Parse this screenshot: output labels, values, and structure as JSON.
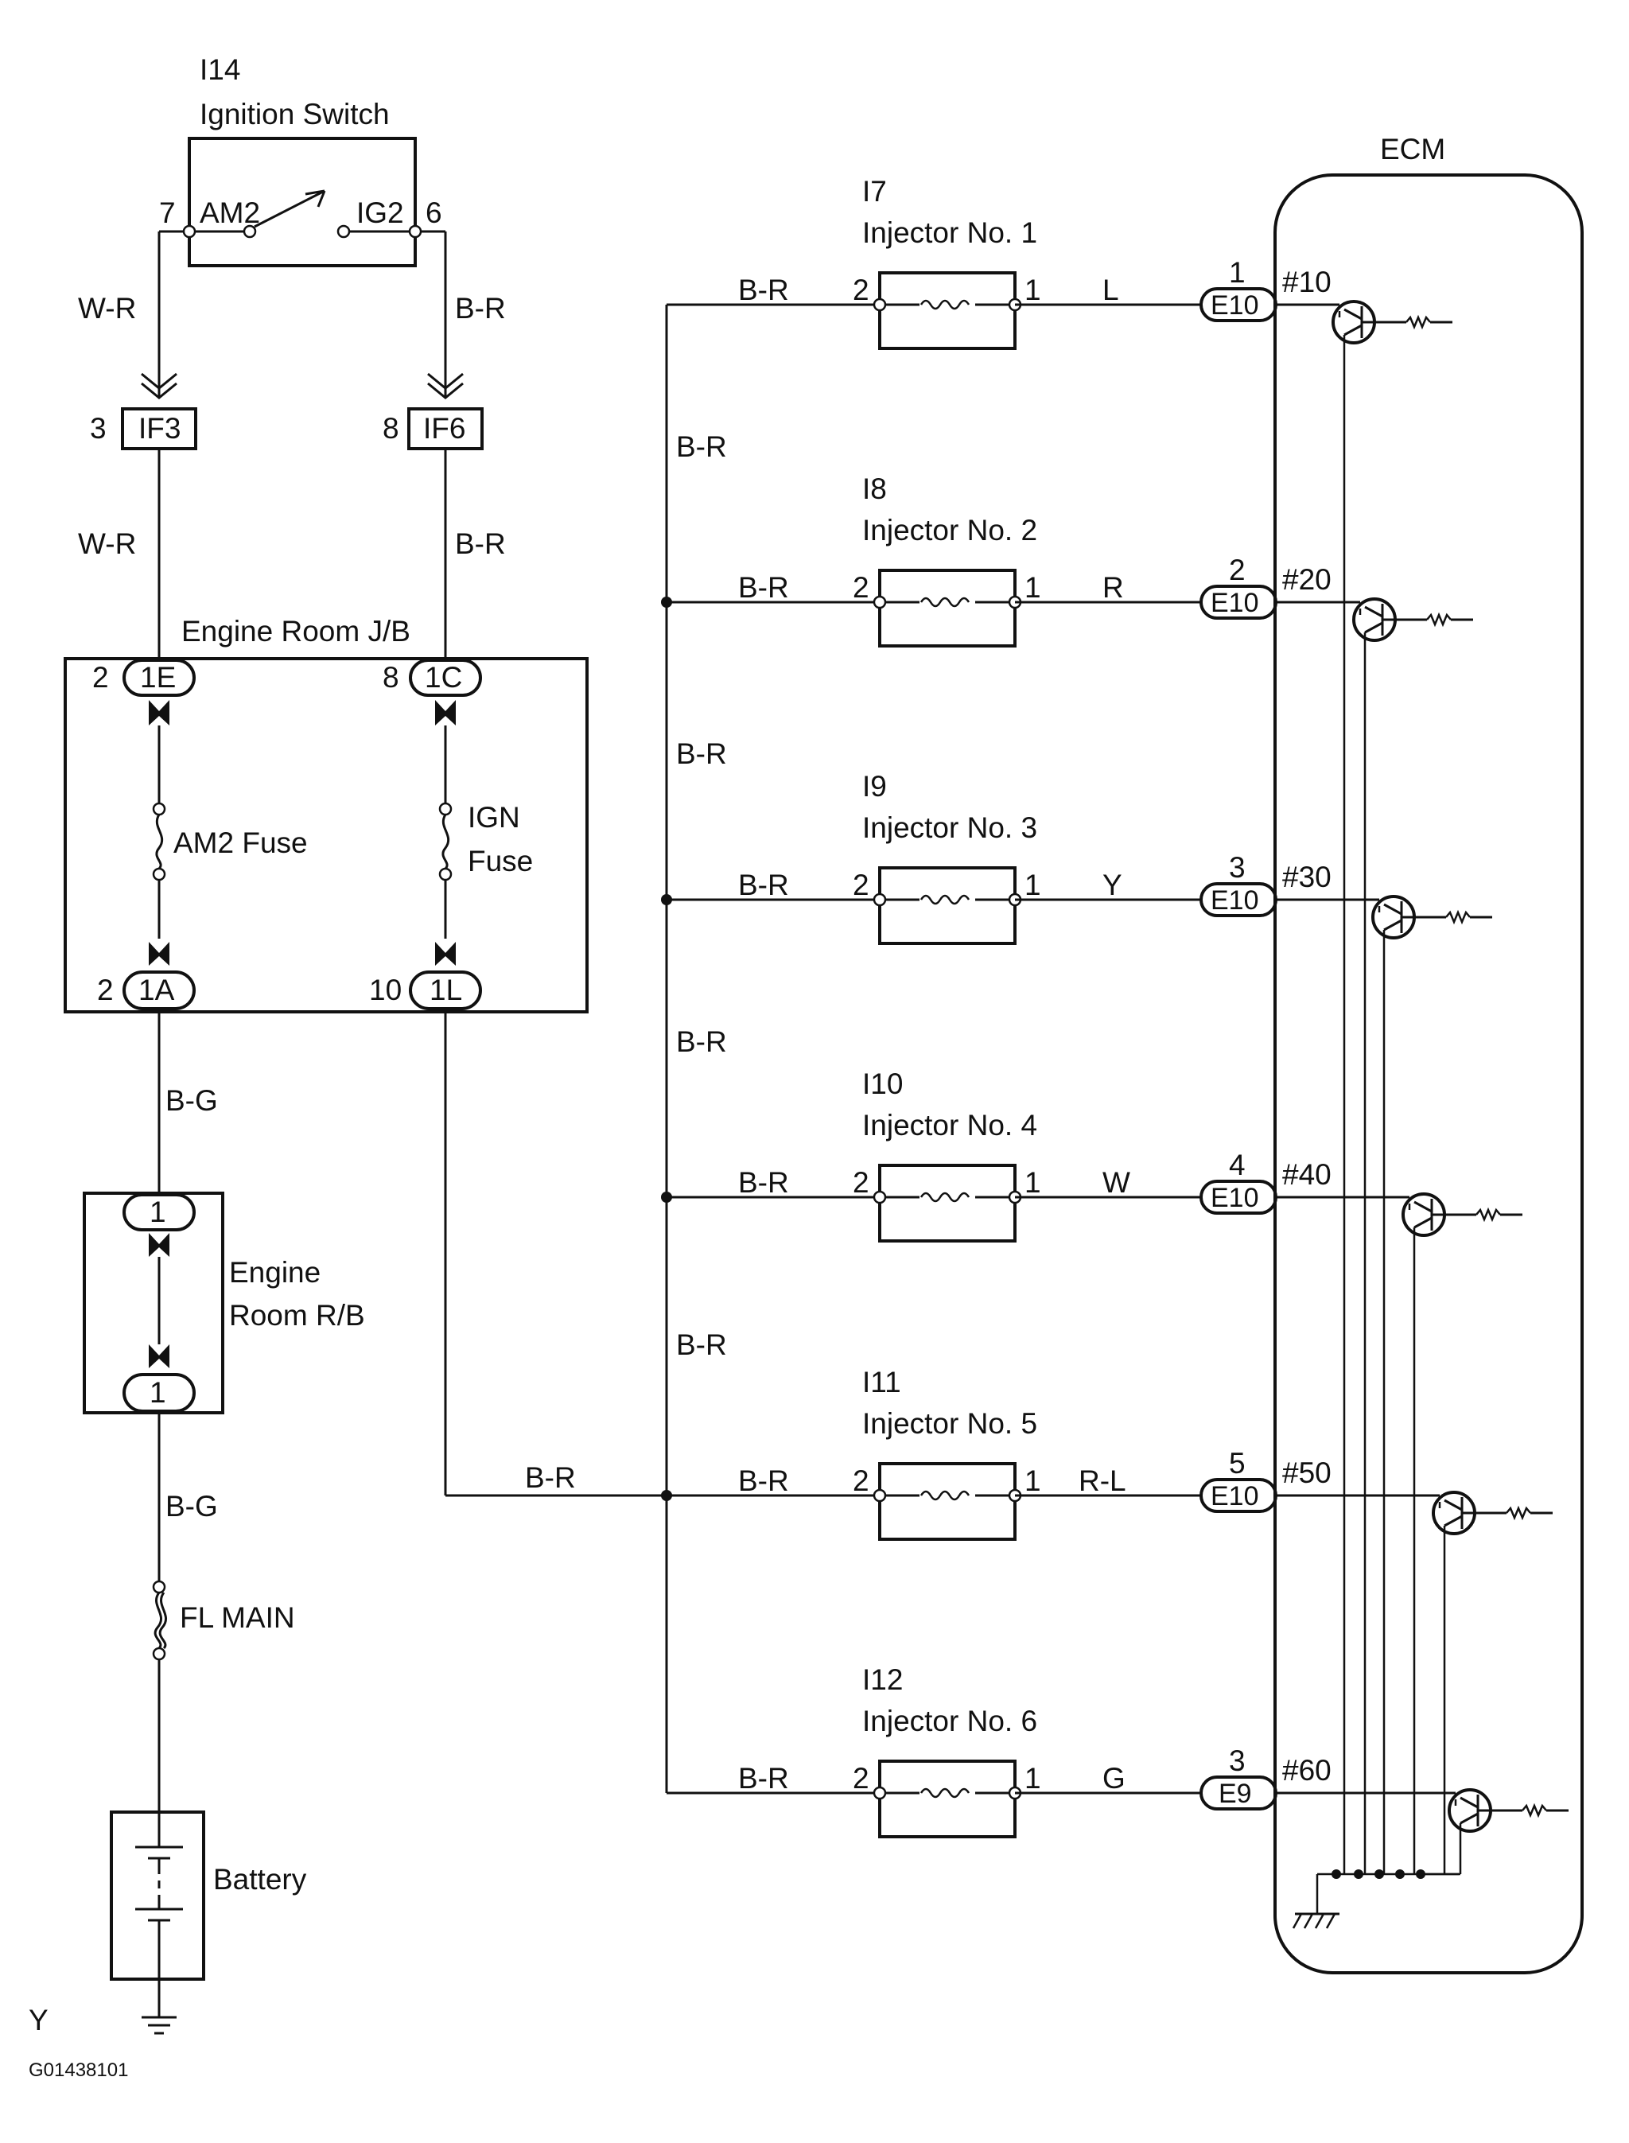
{
  "ignition_switch": {
    "ref": "I14",
    "name": "Ignition Switch",
    "term_am2": "AM2",
    "term_ig2": "IG2",
    "pin_left": "7",
    "pin_right": "6"
  },
  "wires": {
    "wr": "W-R",
    "br": "B-R",
    "bg": "B-G",
    "l": "L",
    "r": "R",
    "y": "Y",
    "w": "W",
    "rl": "R-L",
    "g": "G"
  },
  "connectors": {
    "if3": "IF3",
    "if3_pin": "3",
    "if6": "IF6",
    "if6_pin": "8"
  },
  "engine_room_jb": {
    "label": "Engine Room J/B",
    "c1e": "1E",
    "c1e_pin": "2",
    "c1c": "1C",
    "c1c_pin": "8",
    "c1a": "1A",
    "c1a_pin": "2",
    "c1l": "1L",
    "c1l_pin": "10",
    "am2_fuse": "AM2 Fuse",
    "ign_fuse_line1": "IGN",
    "ign_fuse_line2": "Fuse"
  },
  "engine_room_rb": {
    "line1": "Engine",
    "line2": "Room R/B",
    "top_pin": "1",
    "bottom_pin": "1"
  },
  "fl_main": "FL MAIN",
  "battery": "Battery",
  "ecm": {
    "label": "ECM"
  },
  "injectors": [
    {
      "ref": "I7",
      "name": "Injector No. 1",
      "pin2": "2",
      "pin1": "1",
      "wire": "L",
      "ecm_pin": "1",
      "ecm_conn": "E10",
      "ecm_term": "#10"
    },
    {
      "ref": "I8",
      "name": "Injector No. 2",
      "pin2": "2",
      "pin1": "1",
      "wire": "R",
      "ecm_pin": "2",
      "ecm_conn": "E10",
      "ecm_term": "#20"
    },
    {
      "ref": "I9",
      "name": "Injector No. 3",
      "pin2": "2",
      "pin1": "1",
      "wire": "Y",
      "ecm_pin": "3",
      "ecm_conn": "E10",
      "ecm_term": "#30"
    },
    {
      "ref": "I10",
      "name": "Injector No. 4",
      "pin2": "2",
      "pin1": "1",
      "wire": "W",
      "ecm_pin": "4",
      "ecm_conn": "E10",
      "ecm_term": "#40"
    },
    {
      "ref": "I11",
      "name": "Injector No. 5",
      "pin2": "2",
      "pin1": "1",
      "wire": "R-L",
      "ecm_pin": "5",
      "ecm_conn": "E10",
      "ecm_term": "#50"
    },
    {
      "ref": "I12",
      "name": "Injector No. 6",
      "pin2": "2",
      "pin1": "1",
      "wire": "G",
      "ecm_pin": "3",
      "ecm_conn": "E9",
      "ecm_term": "#60"
    }
  ],
  "footer": {
    "letter": "Y",
    "code": "G01438101"
  }
}
